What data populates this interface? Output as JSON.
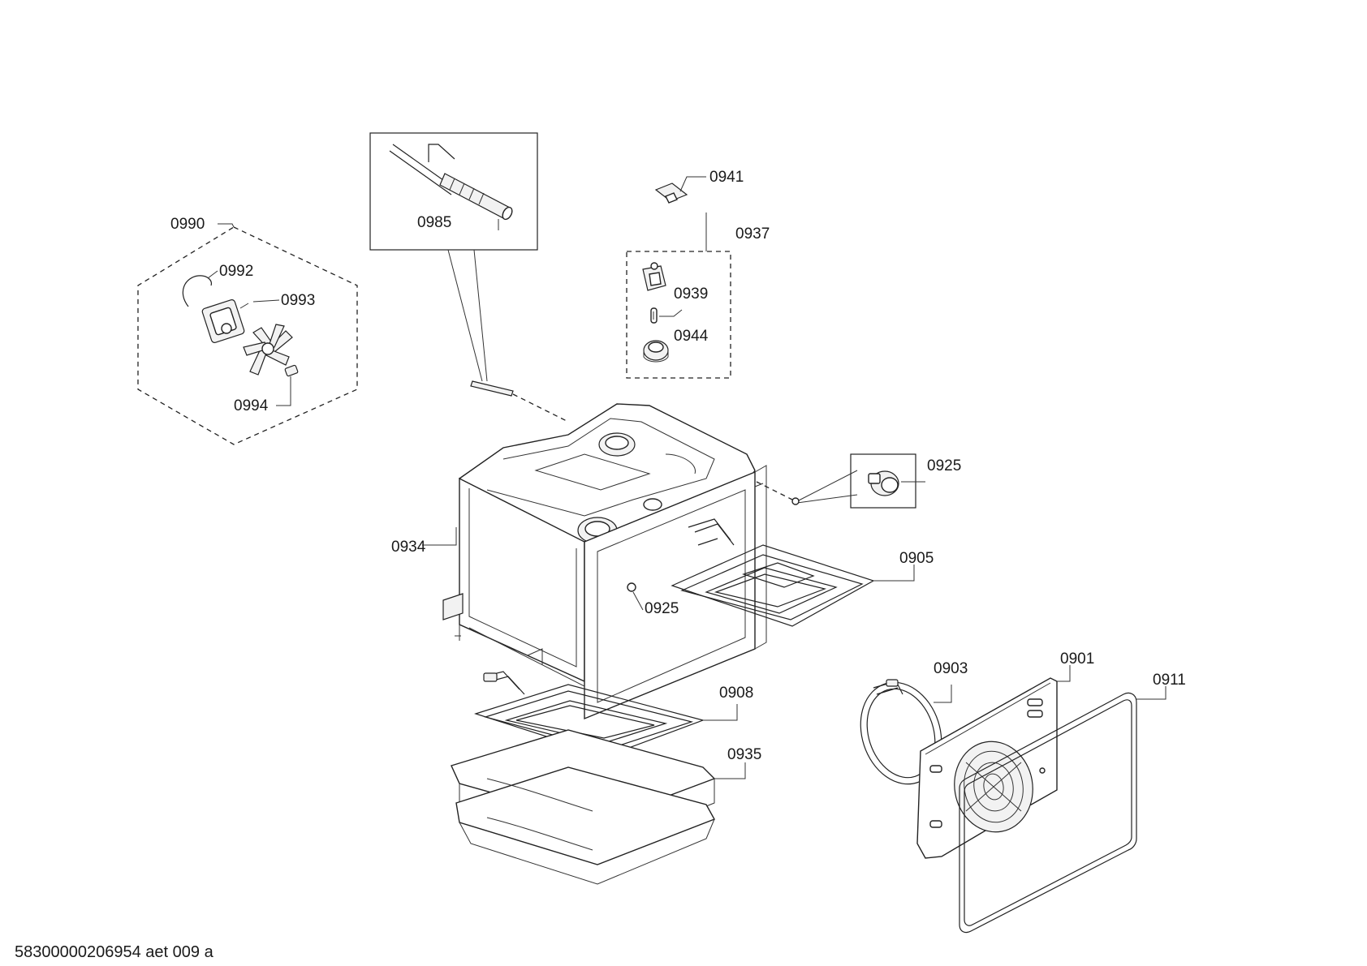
{
  "diagram": {
    "footer_code": "58300000206954 aet 009 a",
    "labels": {
      "p0901": "0901",
      "p0903": "0903",
      "p0905": "0905",
      "p0908": "0908",
      "p0911": "0911",
      "p0925_top": "0925",
      "p0925_inner": "0925",
      "p0934": "0934",
      "p0935": "0935",
      "p0937": "0937",
      "p0939": "0939",
      "p0941": "0941",
      "p0944": "0944",
      "p0985": "0985",
      "p0990": "0990",
      "p0992": "0992",
      "p0993": "0993",
      "p0994": "0994"
    },
    "colors": {
      "line": "#222222",
      "fill": "#ffffff",
      "shade": "#f2f2f2"
    }
  }
}
